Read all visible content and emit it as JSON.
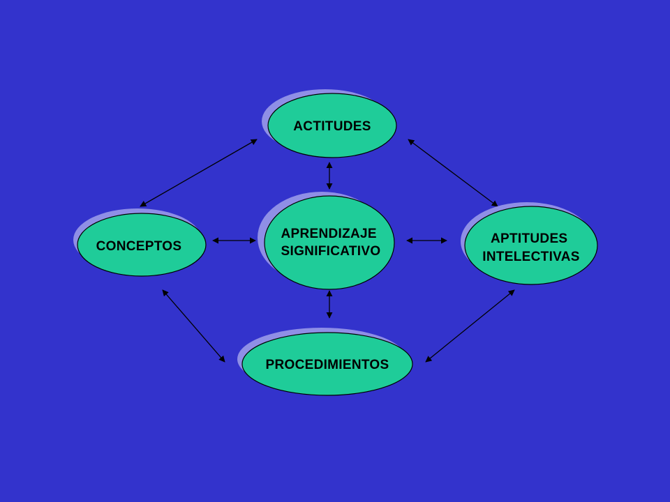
{
  "colors": {
    "background": "#3333cc",
    "node_fill": "#1fcc99",
    "node_shadow": "#8f8fe6",
    "node_stroke": "#000000",
    "arrow": "#000000"
  },
  "nodes": {
    "actitudes": {
      "lines": [
        "ACTITUDES"
      ]
    },
    "aprendizaje": {
      "lines": [
        "APRENDIZAJE",
        "SIGNIFICATIVO"
      ]
    },
    "conceptos": {
      "lines": [
        "CONCEPTOS"
      ]
    },
    "aptitudes": {
      "lines": [
        "APTITUDES",
        "INTELECTIVAS"
      ]
    },
    "procedimientos": {
      "lines": [
        "PROCEDIMIENTOS"
      ]
    }
  },
  "connections": [
    {
      "from": "conceptos",
      "to": "actitudes",
      "type": "bidirectional"
    },
    {
      "from": "actitudes",
      "to": "aptitudes",
      "type": "bidirectional"
    },
    {
      "from": "actitudes",
      "to": "aprendizaje",
      "type": "bidirectional"
    },
    {
      "from": "conceptos",
      "to": "aprendizaje",
      "type": "bidirectional"
    },
    {
      "from": "aprendizaje",
      "to": "aptitudes",
      "type": "bidirectional"
    },
    {
      "from": "aprendizaje",
      "to": "procedimientos",
      "type": "bidirectional"
    },
    {
      "from": "conceptos",
      "to": "procedimientos",
      "type": "bidirectional"
    },
    {
      "from": "procedimientos",
      "to": "aptitudes",
      "type": "bidirectional"
    }
  ]
}
